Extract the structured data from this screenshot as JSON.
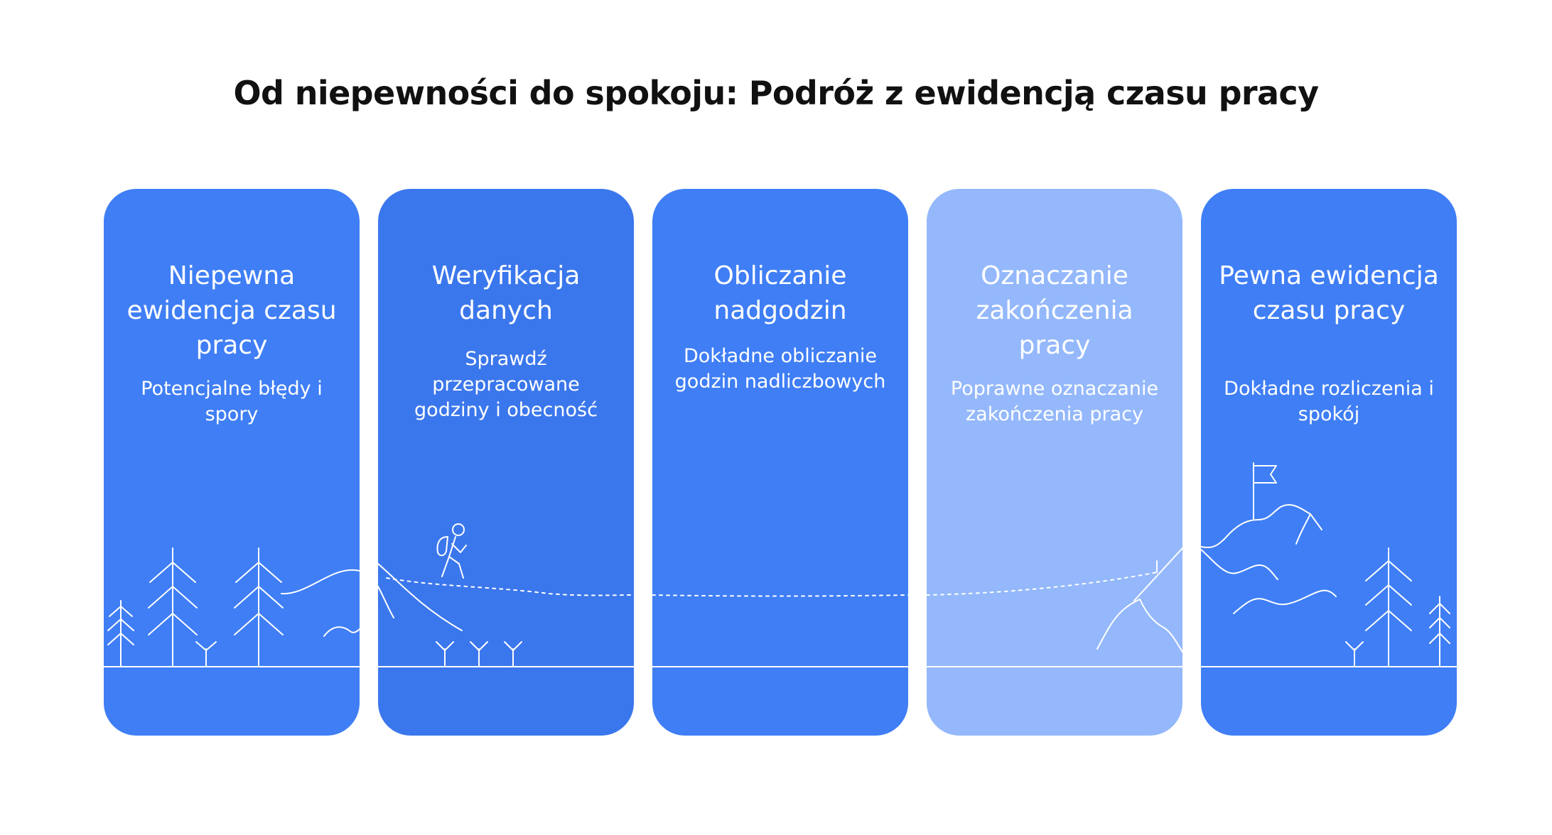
{
  "title": "Od niepewności do spokoju: Podróż z ewidencją czasu pracy",
  "colors": {
    "card_blue": "#3f7ef5",
    "card_blue_dark": "#3b77ec",
    "card_blue_light": "#94b8fb",
    "line": "#ffffff"
  },
  "stages": [
    {
      "title": "Niepewna ewidencja czasu pracy",
      "description": "Potencjalne błędy i spory",
      "illustration": "forest-icon"
    },
    {
      "title": "Weryfikacja danych",
      "description": "Sprawdź przepracowane godziny i obecność",
      "illustration": "hiker-icon"
    },
    {
      "title": "Obliczanie nadgodzin",
      "description": "Dokładne obliczanie godzin nadliczbowych",
      "illustration": "dotted-path-icon"
    },
    {
      "title": "Oznaczanie zakończenia pracy",
      "description": "Poprawne oznaczanie zakończenia pracy",
      "illustration": "mountain-slope-icon"
    },
    {
      "title": "Pewna ewidencja czasu pracy",
      "description": "Dokładne rozliczenia i spokój",
      "illustration": "summit-flag-icon"
    }
  ]
}
